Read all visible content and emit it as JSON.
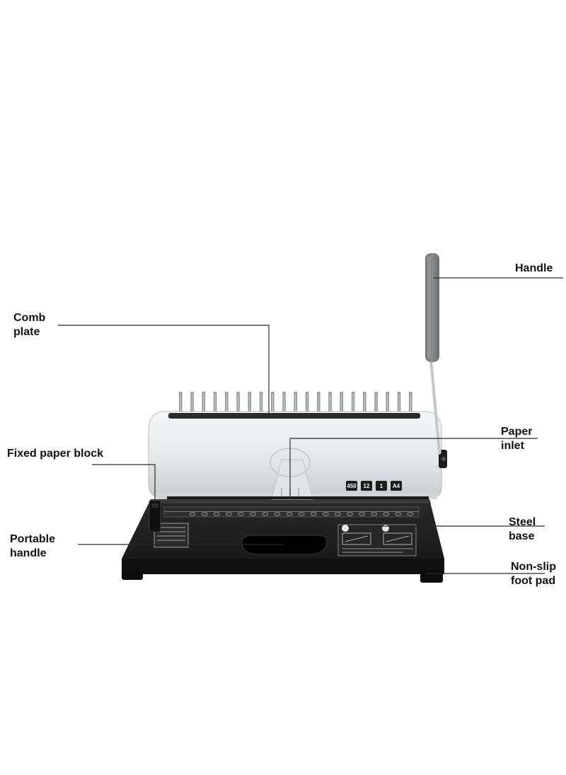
{
  "labels": {
    "handle": "Handle",
    "comb_plate": "Comb\nplate",
    "paper_inlet": "Paper\ninlet",
    "fixed_paper_block": "Fixed paper block",
    "portable_handle": "Portable\nhandle",
    "steel_base": "Steel\nbase",
    "non_slip_foot_pad": "Non-slip\nfoot pad"
  },
  "machine": {
    "control_buttons": [
      "450",
      "12",
      "1",
      "A4"
    ]
  },
  "colors": {
    "base": "#1e1e1e",
    "body": "#e9eaeb",
    "handle_grip": "#7a7c7e",
    "comb_teeth": "#8e9296",
    "leader_line": "#2b2b2b"
  }
}
